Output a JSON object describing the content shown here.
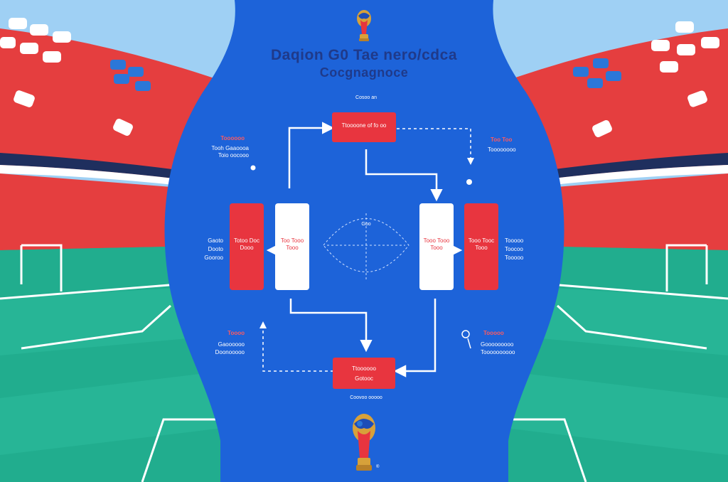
{
  "header": {
    "title_line1": "Daqion G0 Tae nero/cdca",
    "title_line2": "Cocgnagnoce"
  },
  "diagram": {
    "top_box": {
      "caption": "Cosoo an",
      "label": "Ttoooone of fo oo"
    },
    "bottom_box": {
      "label": "Ttoooooo",
      "sublabel": "Gotooc",
      "caption": "Coovoo ooooo"
    },
    "left_panel": {
      "label": "Totoo Doc Dooo"
    },
    "left_inner": {
      "label": "Too Tooo Tooo"
    },
    "right_inner": {
      "label": "Tooo Tooo Tooo"
    },
    "right_panel": {
      "label": "Tooo Tooc Tooo"
    },
    "center_mark": "Goo",
    "notes": {
      "top_left": {
        "title": "Toooooo",
        "lines": [
          "Tooh Gaaoooa",
          "Toio oocooo"
        ]
      },
      "top_right": {
        "title": "Too Too",
        "lines": [
          "Toooooooo"
        ]
      },
      "mid_left": {
        "lines": [
          "Gaoto",
          "Dooto",
          "Gooroo"
        ]
      },
      "mid_right": {
        "lines": [
          "Tooooo",
          "Toocoo",
          "Tooooo"
        ]
      },
      "bottom_left": {
        "title": "Toooo",
        "lines": [
          "Gaoooooo",
          "Doonooooo"
        ]
      },
      "bottom_right": {
        "title": "Tooooo",
        "lines": [
          "Gooooooooo",
          "Toooooooooo"
        ]
      }
    }
  },
  "colors": {
    "blue_panel": "#1d63d9",
    "red_box": "#e8353f",
    "white_box": "#ffffff",
    "field_green": "#21ad8e",
    "stand_red": "#e53e3f",
    "sky_blue": "#8ec6f0",
    "title_navy": "#1f3a8a"
  },
  "icons": {
    "trophy": "world-cup-trophy-icon"
  }
}
